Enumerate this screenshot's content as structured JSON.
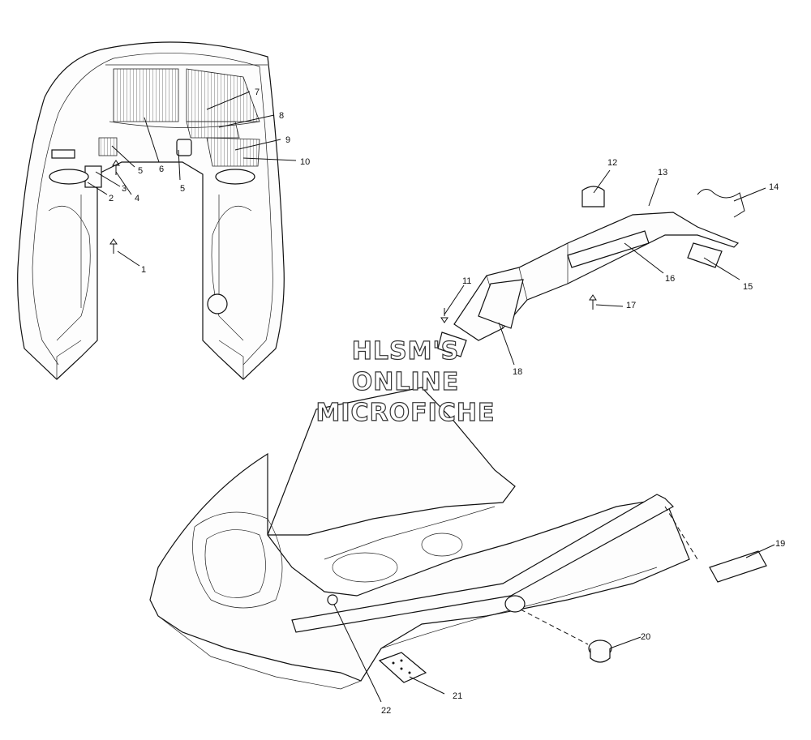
{
  "watermark": {
    "line1": "HLSM'S",
    "line2": "ONLINE",
    "line3": "MICROFICHE"
  },
  "callouts": [
    {
      "id": "1",
      "label": "1"
    },
    {
      "id": "2",
      "label": "2"
    },
    {
      "id": "3",
      "label": "3"
    },
    {
      "id": "4",
      "label": "4"
    },
    {
      "id": "5a",
      "label": "5"
    },
    {
      "id": "5b",
      "label": "5"
    },
    {
      "id": "6",
      "label": "6"
    },
    {
      "id": "7",
      "label": "7"
    },
    {
      "id": "8",
      "label": "8"
    },
    {
      "id": "9",
      "label": "9"
    },
    {
      "id": "10",
      "label": "10"
    },
    {
      "id": "11",
      "label": "11"
    },
    {
      "id": "12",
      "label": "12"
    },
    {
      "id": "13",
      "label": "13"
    },
    {
      "id": "14",
      "label": "14"
    },
    {
      "id": "15",
      "label": "15"
    },
    {
      "id": "16",
      "label": "16"
    },
    {
      "id": "17",
      "label": "17"
    },
    {
      "id": "18",
      "label": "18"
    },
    {
      "id": "19",
      "label": "19"
    },
    {
      "id": "20",
      "label": "20"
    },
    {
      "id": "21",
      "label": "21"
    },
    {
      "id": "22",
      "label": "22"
    }
  ]
}
